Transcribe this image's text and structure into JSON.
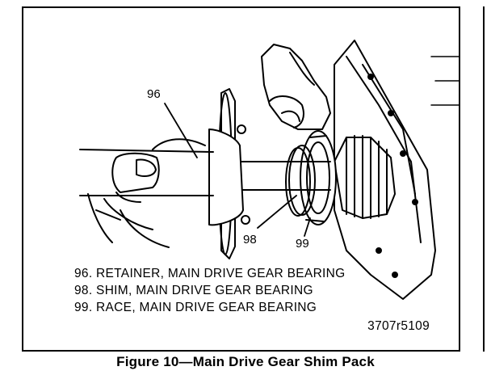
{
  "figure": {
    "callouts": [
      "96",
      "98",
      "99"
    ],
    "legend": [
      "96. RETAINER, MAIN DRIVE GEAR BEARING",
      "98. SHIM, MAIN DRIVE GEAR BEARING",
      "99. RACE, MAIN DRIVE GEAR BEARING"
    ],
    "code": "3707r5109",
    "caption": "Figure 10—Main Drive Gear Shim Pack"
  }
}
